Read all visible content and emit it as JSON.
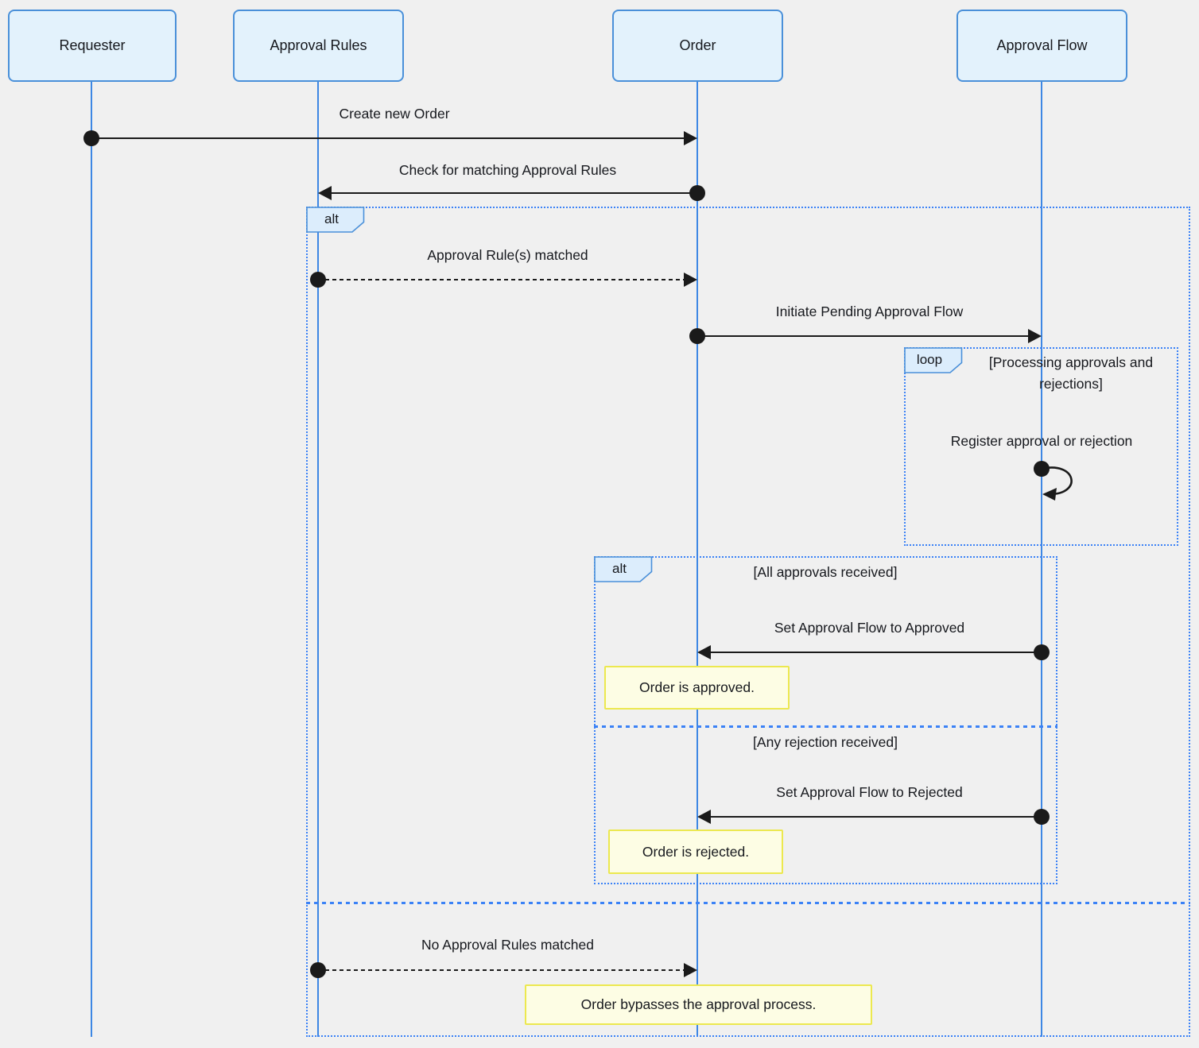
{
  "diagram_type": "sequence-diagram",
  "actors": [
    {
      "label": "Requester"
    },
    {
      "label": "Approval Rules"
    },
    {
      "label": "Order"
    },
    {
      "label": "Approval Flow"
    }
  ],
  "messages": {
    "create_order": {
      "label": "Create new Order",
      "from": "Requester",
      "to": "Order",
      "style": "solid"
    },
    "check_rules": {
      "label": "Check for matching Approval Rules",
      "from": "Order",
      "to": "Approval Rules",
      "style": "solid"
    },
    "rules_matched": {
      "label": "Approval Rule(s) matched",
      "from": "Approval Rules",
      "to": "Order",
      "style": "dashed"
    },
    "initiate_flow": {
      "label": "Initiate Pending Approval Flow",
      "from": "Order",
      "to": "Approval Flow",
      "style": "solid"
    },
    "register": {
      "label": "Register approval or rejection",
      "from": "Approval Flow",
      "to": "Approval Flow",
      "style": "self"
    },
    "set_approved": {
      "label": "Set Approval Flow to Approved",
      "from": "Approval Flow",
      "to": "Order",
      "style": "solid"
    },
    "set_rejected": {
      "label": "Set Approval Flow to Rejected",
      "from": "Approval Flow",
      "to": "Order",
      "style": "solid"
    },
    "no_rules": {
      "label": "No Approval Rules matched",
      "from": "Approval Rules",
      "to": "Order",
      "style": "dashed"
    }
  },
  "frames": {
    "outer_alt": {
      "label": "alt"
    },
    "loop": {
      "label": "loop",
      "condition": "[Processing approvals and rejections]"
    },
    "inner_alt": {
      "label": "alt",
      "condition_if": "[All approvals received]",
      "condition_else": "[Any rejection received]"
    }
  },
  "notes": {
    "approved": "Order is approved.",
    "rejected": "Order is rejected.",
    "bypass": "Order bypasses the approval process."
  },
  "colors": {
    "background": "#f0f0f0",
    "lifeline": "#3d87e4",
    "frame_border": "#3b82f6",
    "actor_fill": "#e3f2fc",
    "actor_border": "#4a90d9",
    "label_fill": "#dcedfc",
    "note_fill": "#fdfde4",
    "note_border": "#ece84f",
    "message_line": "#1a1a1a"
  }
}
